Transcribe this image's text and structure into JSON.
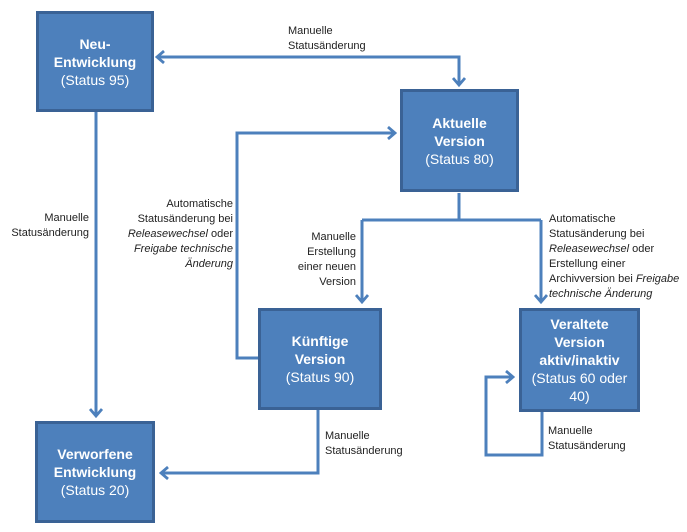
{
  "diagram": {
    "title_hint": "Version status flow diagram",
    "colors": {
      "box_fill": "#4D80BC",
      "box_border": "#3A6295",
      "connector": "#4D80BC",
      "box_text": "#FFFFFF",
      "label_text": "#1F1F1F",
      "background": "#FFFFFF"
    },
    "boxes": {
      "neu": {
        "line1": "Neu-",
        "line2": "Entwicklung",
        "status": "(Status 95)"
      },
      "aktuelle": {
        "line1": "Aktuelle",
        "line2": "Version",
        "status": "(Status 80)"
      },
      "kuenftige": {
        "line1": "Künftige",
        "line2": "Version",
        "status": "(Status 90)"
      },
      "veraltete": {
        "line1": "Veraltete",
        "line2": "Version",
        "line3": "aktiv/inaktiv",
        "status": "(Status 60 oder 40)"
      },
      "verworfene": {
        "line1": "Verworfene",
        "line2": "Entwicklung",
        "status": "(Status 20)"
      }
    },
    "labels": {
      "manual_top": {
        "l1": "Manuelle",
        "l2": "Statusänderung"
      },
      "manual_left": {
        "l1": "Manuelle",
        "l2": "Statusänderung"
      },
      "auto_left": {
        "l1": "Automatische",
        "l2": "Statusänderung bei",
        "l3_italic": "Releasewechsel",
        "l3_rest": " oder",
        "l4_italic": "Freigabe technische",
        "l5_italic": "Änderung"
      },
      "manual_create": {
        "l1": "Manuelle",
        "l2": "Erstellung",
        "l3": "einer neuen",
        "l4": "Version"
      },
      "auto_right": {
        "l1": "Automatische",
        "l2": "Statusänderung bei",
        "l3_italic": "Releasewechsel",
        "l3_rest": " oder",
        "l4": "Erstellung einer",
        "l5_pre": "Archivversion bei ",
        "l5_italic": "Freigabe",
        "l6_italic": "technische Änderung"
      },
      "manual_kuenftige": {
        "l1": "Manuelle",
        "l2": "Statusänderung"
      },
      "manual_loop": {
        "l1": "Manuelle",
        "l2": "Statusänderung"
      }
    }
  }
}
